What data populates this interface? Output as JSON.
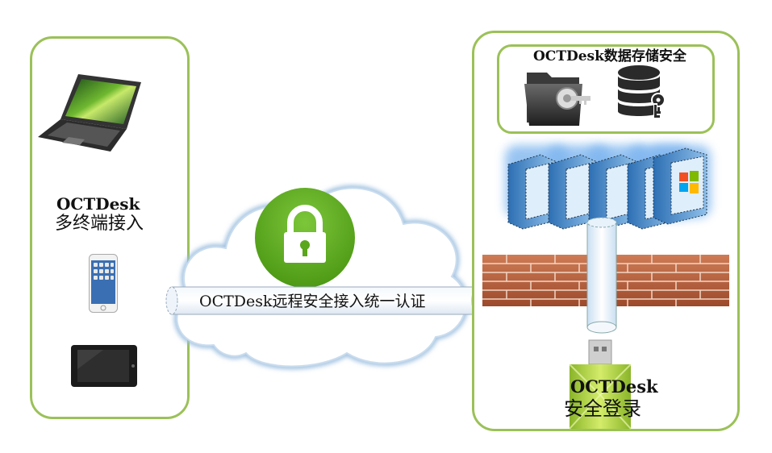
{
  "terminals": {
    "title": "OCTDesk",
    "subtitle": "多终端接入"
  },
  "cloud": {
    "auth_label": "OCTDesk远程安全接入统一认证"
  },
  "storage": {
    "title": "OCTDesk数据存储安全"
  },
  "login": {
    "title": "OCTDesk",
    "subtitle": "安全登录"
  },
  "colors": {
    "panel_border": "#9bc158",
    "lock_green": "#5aa61c",
    "cloud_blue": "#8fb4d8",
    "brick": "#b5603e",
    "usb_green": "#a7cc3a"
  }
}
